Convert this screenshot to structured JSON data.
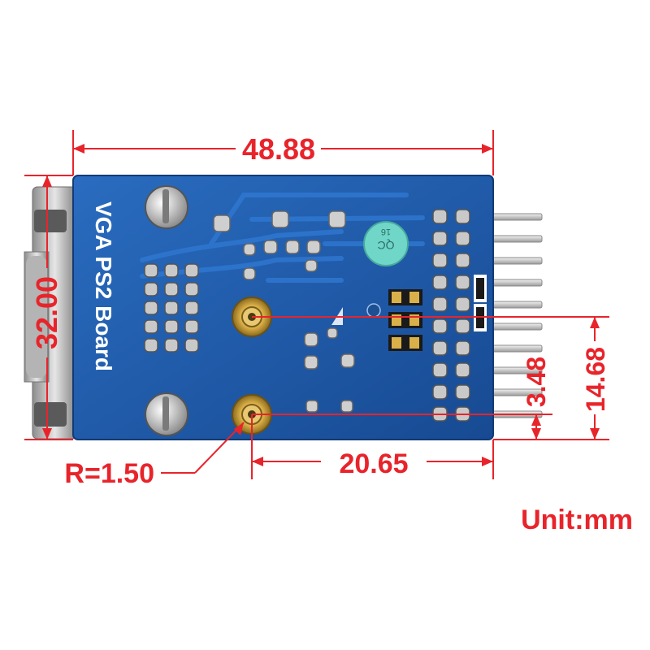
{
  "board": {
    "label": "VGA PS2 Board",
    "qc_text": "QC",
    "qc_number": "16"
  },
  "dimensions": {
    "width": "48.88",
    "height": "32.00",
    "hole_spacing": "20.65",
    "hole_offset_small": "3.48",
    "hole_offset_large": "14.68",
    "hole_radius": "R=1.50"
  },
  "unit_note": "Unit:mm",
  "colors": {
    "dimension_red": "#e8242b",
    "pcb_blue": "#1f5aa8",
    "pin_silver": "#c9c9c9",
    "hole_gold": "#c8a23a"
  }
}
